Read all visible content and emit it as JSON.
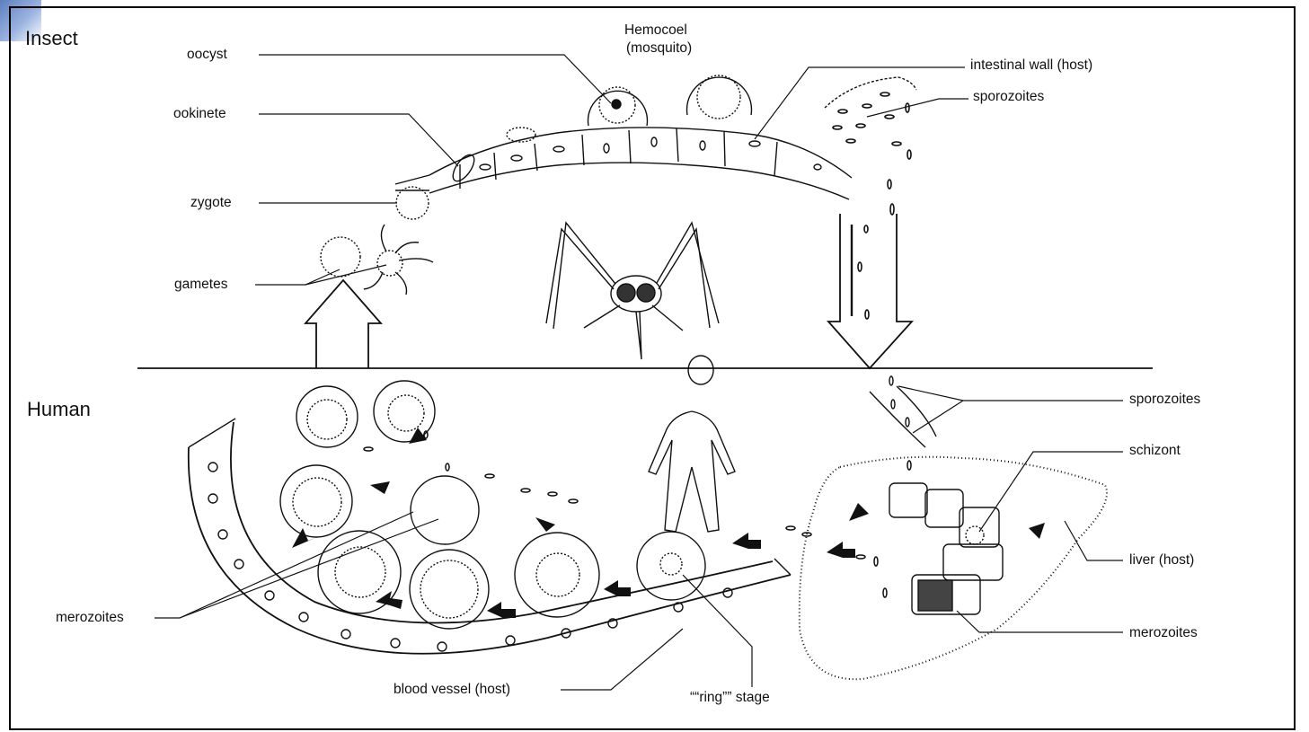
{
  "sections": {
    "insect": "Insect",
    "human": "Human"
  },
  "labels": {
    "hemocoel_line1": "Hemocoel",
    "hemocoel_line2": "(mosquito)",
    "oocyst": "oocyst",
    "ookinete": "ookinete",
    "zygote": "zygote",
    "gametes": "gametes",
    "intestinal_wall": "intestinal wall (host)",
    "sporozoites_insect": "sporozoites",
    "sporozoites_human": "sporozoites",
    "schizont": "schizont",
    "liver": "liver (host)",
    "merozoites_liver": "merozoites",
    "merozoites_blood": "merozoites",
    "blood_vessel": "blood vessel (host)",
    "ring_stage": "““ring”” stage"
  },
  "colors": {
    "line": "#111111",
    "corner_accent": "#5d7fbf"
  }
}
